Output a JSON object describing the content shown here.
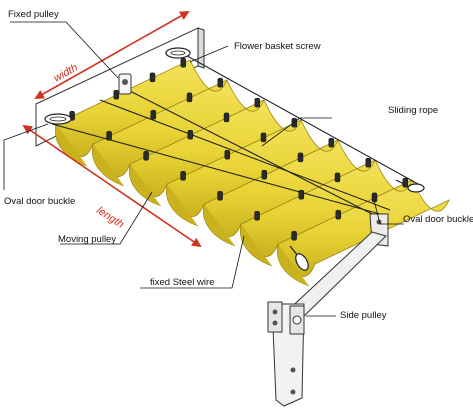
{
  "labels": {
    "fixed_pulley": "Fixed pulley",
    "flower_basket_screw": "Flower basket screw",
    "sliding_rope": "Sliding rope",
    "oval_door_buckle_left": "Oval door buckle",
    "oval_door_buckle_right": "Oval door buckle",
    "moving_pulley": "Moving pulley",
    "fixed_steel_wire": "fixed Steel wire",
    "side_pulley": "Side pulley"
  },
  "dimensions": {
    "width": "width",
    "length": "length"
  },
  "colors": {
    "canopy_fill": "#e8d335",
    "canopy_shade": "#c9b21e",
    "canopy_edge": "#9a8612",
    "dimension_arrow": "#d0331f",
    "line": "#111111"
  }
}
